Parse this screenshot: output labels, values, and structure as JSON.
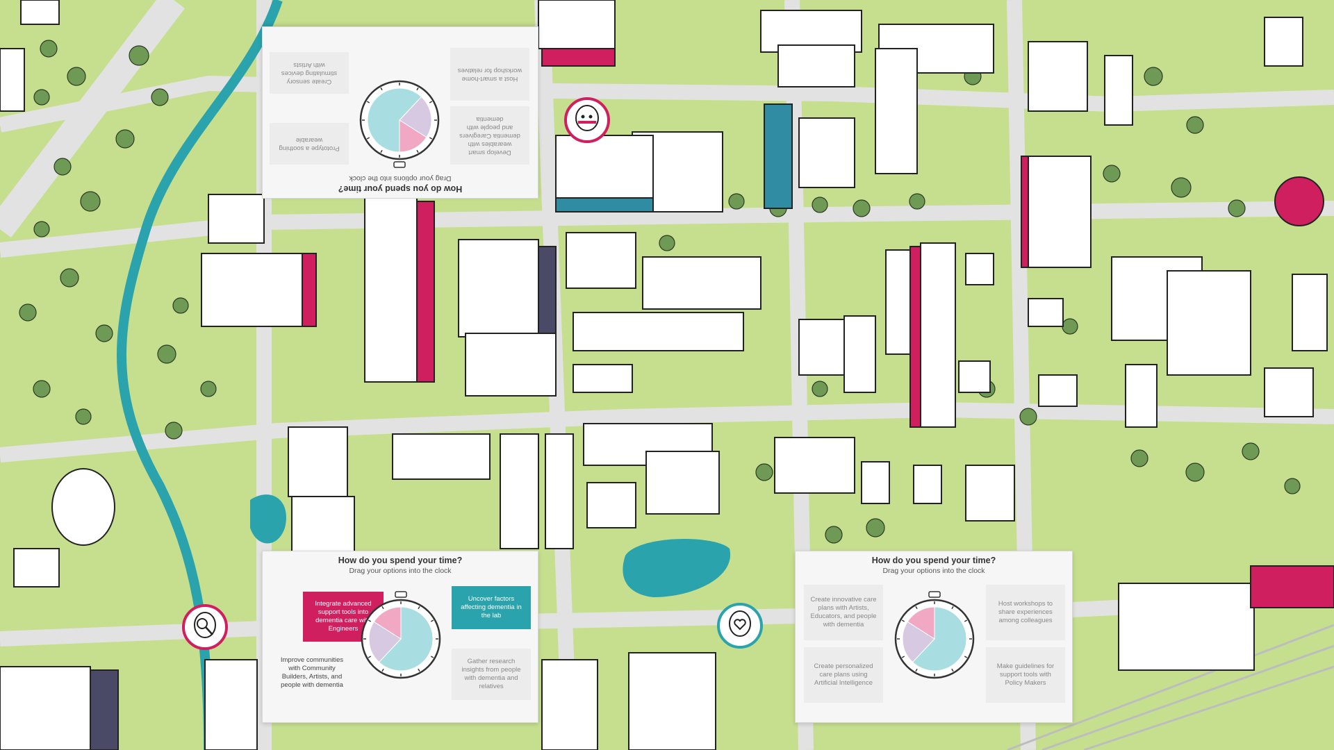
{
  "colors": {
    "grass": "#c6df8e",
    "road": "#e3e3e3",
    "river": "#2aa3ad",
    "tree": "#6e9a55",
    "building_pink": "#cf1f5e",
    "building_teal": "#2f8ca3",
    "building_dark": "#4a4a66",
    "clock_teal": "#a8dde2",
    "clock_lilac": "#d7c9e2",
    "clock_pink": "#f1a8c3"
  },
  "cards": {
    "top": {
      "title": "How do you spend your time?",
      "subtitle": "Drag your options into the clock",
      "options": [
        {
          "text": "Develop smart wearables with dementia Caregivers and people with dementia",
          "style": "grey"
        },
        {
          "text": "Prototype a soothing wearable",
          "style": "grey"
        },
        {
          "text": "Host a smart-home workshop for relatives",
          "style": "grey"
        },
        {
          "text": "Create sensory stimulating devices with Artists",
          "style": "grey"
        }
      ],
      "clock_shares": [
        0.62,
        0.22,
        0.16
      ]
    },
    "bottom_left": {
      "title": "How do you spend your time?",
      "subtitle": "Drag your options into the clock",
      "options": [
        {
          "text": "Integrate advanced support tools into dementia care with Engineers",
          "style": "pink"
        },
        {
          "text": "Uncover factors affecting dementia in the lab",
          "style": "teal"
        },
        {
          "text": "Improve communities with Community Builders, Artists, and people with dementia",
          "style": "plain"
        },
        {
          "text": "Gather research insights from people with dementia and relatives",
          "style": "grey"
        }
      ],
      "clock_shares": [
        0.62,
        0.22,
        0.16
      ]
    },
    "bottom_right": {
      "title": "How do you spend your time?",
      "subtitle": "Drag your options into the clock",
      "options": [
        {
          "text": "Create innovative care plans with Artists, Educators, and people with dementia",
          "style": "grey"
        },
        {
          "text": "Host workshops to share experiences among colleagues",
          "style": "grey"
        },
        {
          "text": "Create personalized care plans using Artificial Intelligence",
          "style": "grey"
        },
        {
          "text": "Make guidelines for support tools with Policy Makers",
          "style": "grey"
        }
      ],
      "clock_shares": [
        0.62,
        0.22,
        0.16
      ]
    }
  },
  "avatars": [
    {
      "name": "player-avatar-top",
      "icon": "robot-head-icon",
      "ring": "#cf1f5e"
    },
    {
      "name": "player-avatar-left",
      "icon": "magnifier-head-icon",
      "ring": "#cf1f5e"
    },
    {
      "name": "player-avatar-right",
      "icon": "heart-head-icon",
      "ring": "#2aa3ad"
    }
  ]
}
